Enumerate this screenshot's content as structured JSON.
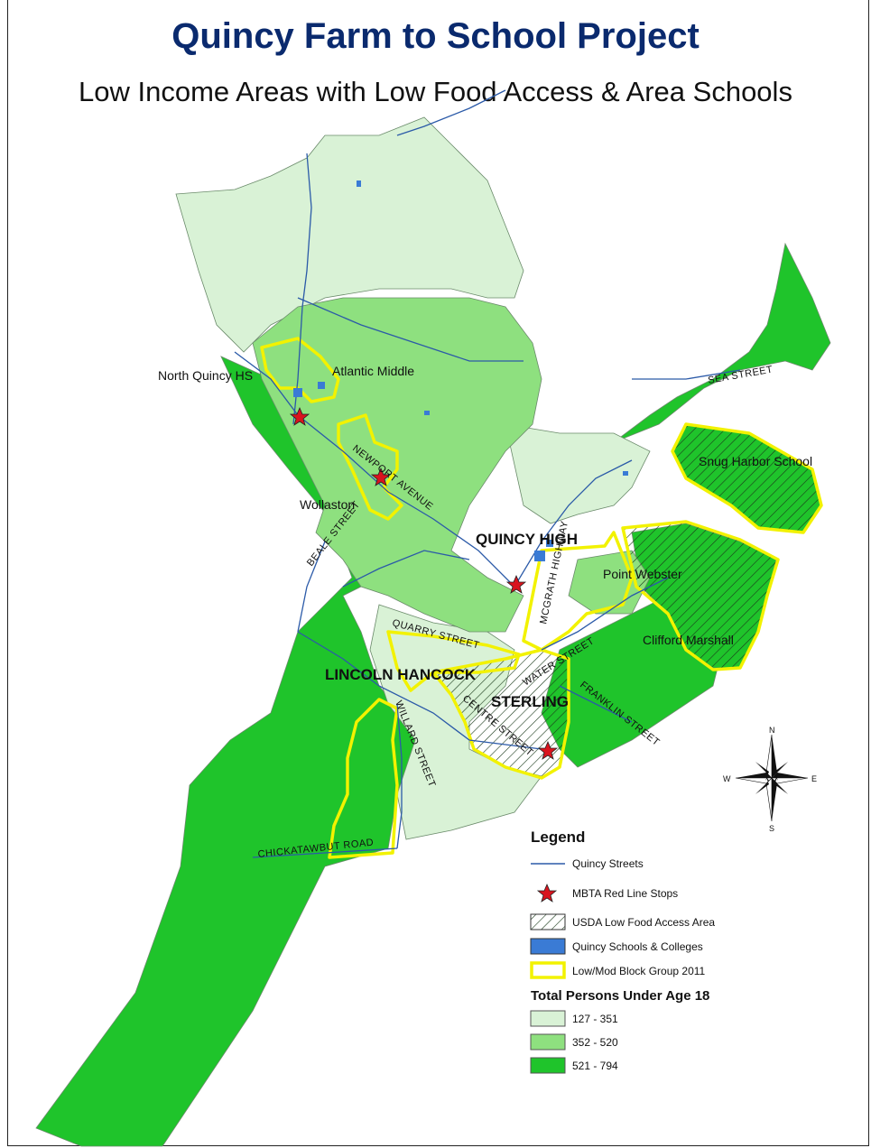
{
  "title": "Quincy Farm to School Project",
  "subtitle": "Low Income Areas with Low Food Access & Area Schools",
  "colors": {
    "light": "#d9f2d6",
    "mid": "#8ee07f",
    "dark": "#1fc42b",
    "lowmod_outline": "#f2f200",
    "street": "#2b5aa8",
    "school": "#3a7bd5",
    "star": "#d9141e"
  },
  "school_labels": [
    "North Quincy HS",
    "Atlantic Middle",
    "Wollaston",
    "Snug Harbor School",
    "Point Webster",
    "Clifford Marshall"
  ],
  "major_school_labels": [
    "QUINCY HIGH",
    "LINCOLN HANCOCK",
    "STERLING"
  ],
  "street_labels": [
    "SEA STREET",
    "NEWPORT AVENUE",
    "BEALE STREET",
    "QUARRY STREET",
    "MCGRATH HIGHWAY",
    "WATER STREET",
    "FRANKLIN STREET",
    "CENTRE STREET",
    "WILLARD STREET",
    "CHICKATAWBUT ROAD"
  ],
  "compass": {
    "n": "N",
    "s": "S",
    "e": "E",
    "w": "W",
    "icon": "compass-rose-icon"
  },
  "legend": {
    "title": "Legend",
    "items": [
      {
        "label": "Quincy Streets",
        "symbol": "line"
      },
      {
        "label": "MBTA Red Line Stops",
        "symbol": "star"
      },
      {
        "label": "USDA Low Food Access Area",
        "symbol": "hatch"
      },
      {
        "label": "Quincy Schools & Colleges",
        "symbol": "blue-box"
      },
      {
        "label": "Low/Mod Block Group 2011",
        "symbol": "yellow-box"
      }
    ],
    "population_title": "Total Persons Under Age 18",
    "classes": [
      {
        "label": "127 - 351",
        "color": "#d9f2d6"
      },
      {
        "label": "352 - 520",
        "color": "#8ee07f"
      },
      {
        "label": "521 - 794",
        "color": "#1fc42b"
      }
    ]
  }
}
